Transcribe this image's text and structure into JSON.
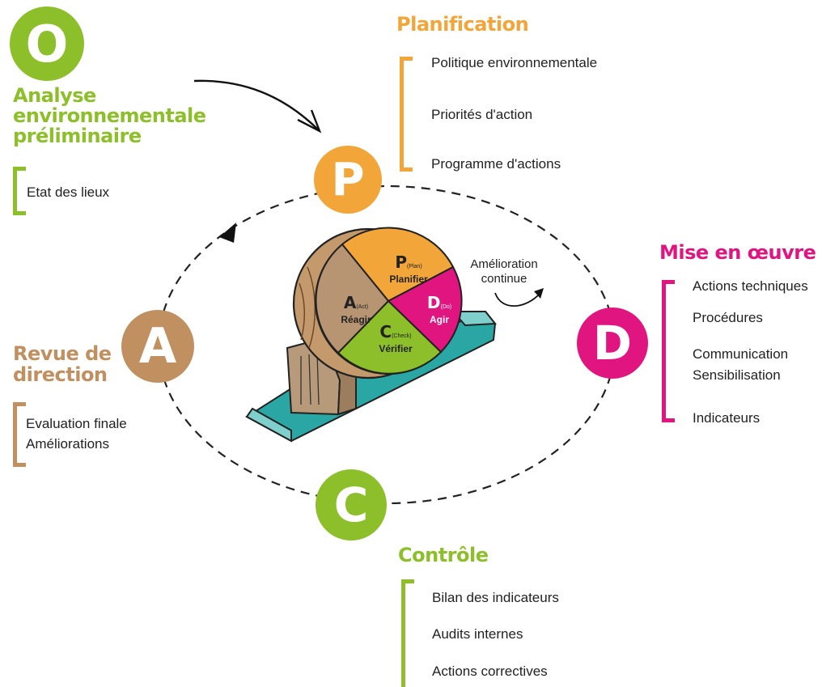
{
  "colors": {
    "green": "#8dbf2b",
    "orange": "#f2a63a",
    "magenta": "#e0157f",
    "brown": "#c09060",
    "teal": "#2aa7a4"
  },
  "o_stage": {
    "letter": "O",
    "title_lines": [
      "Analyse",
      "environnementale",
      "préliminaire"
    ],
    "items": [
      "Etat des lieux"
    ]
  },
  "p_stage": {
    "letter": "P",
    "title": "Planification",
    "items": [
      "Politique environnementale",
      "Priorités d'action",
      "Programme d'actions"
    ]
  },
  "d_stage": {
    "letter": "D",
    "title": "Mise en œuvre",
    "items": [
      "Actions techniques",
      "Procédures",
      "Communication",
      "Sensibilisation",
      "Indicateurs"
    ]
  },
  "c_stage": {
    "letter": "C",
    "title": "Contrôle",
    "items": [
      "Bilan des indicateurs",
      "Audits internes",
      "Actions correctives"
    ]
  },
  "a_stage": {
    "letter": "A",
    "title_lines": [
      "Revue de",
      "direction"
    ],
    "items": [
      "Evaluation finale",
      "Améliorations"
    ]
  },
  "wheel": {
    "p": {
      "letter": "P",
      "sub": "(Plan)",
      "label": "Planifier"
    },
    "d": {
      "letter": "D",
      "sub": "(Do)",
      "label": "Agir"
    },
    "c": {
      "letter": "C",
      "sub": "(Check)",
      "label": "Vérifier"
    },
    "a": {
      "letter": "A",
      "sub": "(Act)",
      "label": "Réagir"
    }
  },
  "continuous_note": [
    "Amélioration",
    "continue"
  ]
}
